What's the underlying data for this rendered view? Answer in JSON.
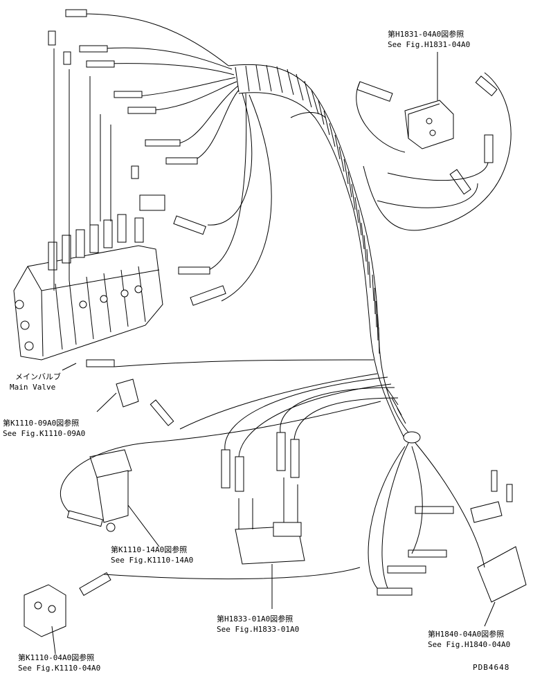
{
  "labels": {
    "main_valve_jp": "メインバルブ",
    "main_valve_en": "Main Valve",
    "ref_h1831_jp": "第H1831-04A0図参照",
    "ref_h1831_en": "See Fig.H1831-04A0",
    "ref_k1110_09_jp": "第K1110-09A0図参照",
    "ref_k1110_09_en": "See Fig.K1110-09A0",
    "ref_k1110_14_jp": "第K1110-14A0図参照",
    "ref_k1110_14_en": "See Fig.K1110-14A0",
    "ref_h1833_jp": "第H1833-01A0図参照",
    "ref_h1833_en": "See Fig.H1833-01A0",
    "ref_h1840_jp": "第H1840-04A0図参照",
    "ref_h1840_en": "See Fig.H1840-04A0",
    "ref_k1110_04_jp": "第K1110-04A0図参照",
    "ref_k1110_04_en": "See Fig.K1110-04A0",
    "drawing_no": "PDB4648"
  }
}
